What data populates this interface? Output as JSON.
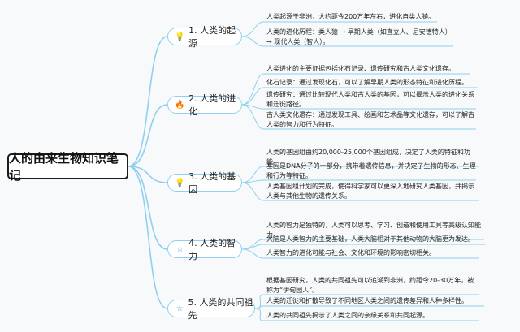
{
  "title": "人的由来生物知识笔记",
  "branches": [
    {
      "label": "1. 人类的起源",
      "icon": "light-bulb-icon",
      "notes": [
        "人类起源于非洲，大约距今200万年左右，进化自类人猿。",
        "人类的进化历程：类人猿 → 早期人类（如直立人、尼安德特人） → 现代人类（智人）。"
      ]
    },
    {
      "label": "2. 人类的进化",
      "icon": "fire-icon",
      "notes": [
        "人类进化的主要证据包括化石记录、遗传研究和古人类文化遗存。",
        "化石记录：通过发现化石，可以了解早期人类的形态特征和进化历程。",
        "遗传研究：通过比较现代人类和古人类的基因，可以揭示人类的进化关系和迁徙路径。",
        "古人类文化遗存：通过发现工具、绘画和艺术品等文化遗存，可以了解古人类的智力和行为特征。"
      ]
    },
    {
      "label": "3. 人类的基因",
      "icon": "light-bulb-icon",
      "notes": [
        "人类的基因组由约20,000-25,000个基因组成，决定了人类的特征和功能。",
        "基因是DNA分子的一部分，携带着遗传信息，并决定了生物的形态、生理和行为等特征。",
        "人类基因组计划的完成，使得科学家可以更深入地研究人类基因，并揭示人类与其他生物的遗传关系。"
      ]
    },
    {
      "label": "4. 人类的智力",
      "icon": "star-icon",
      "notes": [
        "人类的智力是独特的，人类可以思考、学习、创造和使用工具等高级认知能力。",
        "大脑是人类智力的主要基础，人类大脑相对于其他动物的大脑更为发达。",
        "人类智力的进化可能与社会、文化和环境的影响密切相关。"
      ]
    },
    {
      "label": "5. 人类的共同祖先",
      "icon": "star-icon",
      "notes": [
        "根据基因研究，人类的共同祖先可以追溯到非洲，约距今20-30万年，被称为“伊甸园人”。",
        "人类的迁徙和扩散导致了不同地区人类之间的遗传差异和人种多样性。",
        "人类的共同祖先揭示了人类之间的亲缘关系和共同起源。"
      ]
    }
  ],
  "colors": {
    "connector": "#8fd0ee",
    "bulb": "#e8c62a",
    "fire": "#e04a1f",
    "star": "#4aa3d6"
  }
}
